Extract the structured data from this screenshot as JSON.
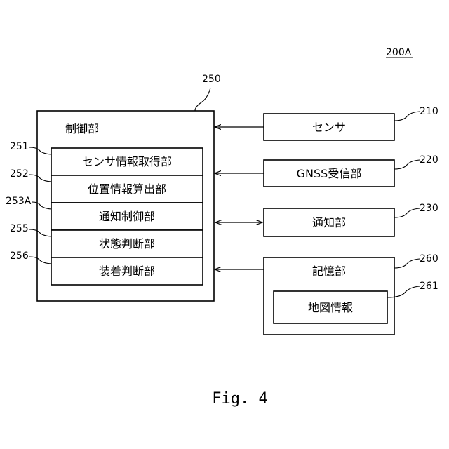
{
  "figure_ref": "200A",
  "control": {
    "ref": "250",
    "title": "制御部",
    "modules": [
      {
        "ref": "251",
        "label": "センサ情報取得部"
      },
      {
        "ref": "252",
        "label": "位置情報算出部"
      },
      {
        "ref": "253A",
        "label": "通知制御部"
      },
      {
        "ref": "255",
        "label": "状態判断部"
      },
      {
        "ref": "256",
        "label": "装着判断部"
      }
    ]
  },
  "sensor": {
    "ref": "210",
    "label": "センサ"
  },
  "gnss": {
    "ref": "220",
    "label": "GNSS受信部"
  },
  "notify": {
    "ref": "230",
    "label": "通知部"
  },
  "storage": {
    "ref": "260",
    "label": "記憶部"
  },
  "map_info": {
    "ref": "261",
    "label": "地図情報"
  },
  "caption": "Fig. 4"
}
